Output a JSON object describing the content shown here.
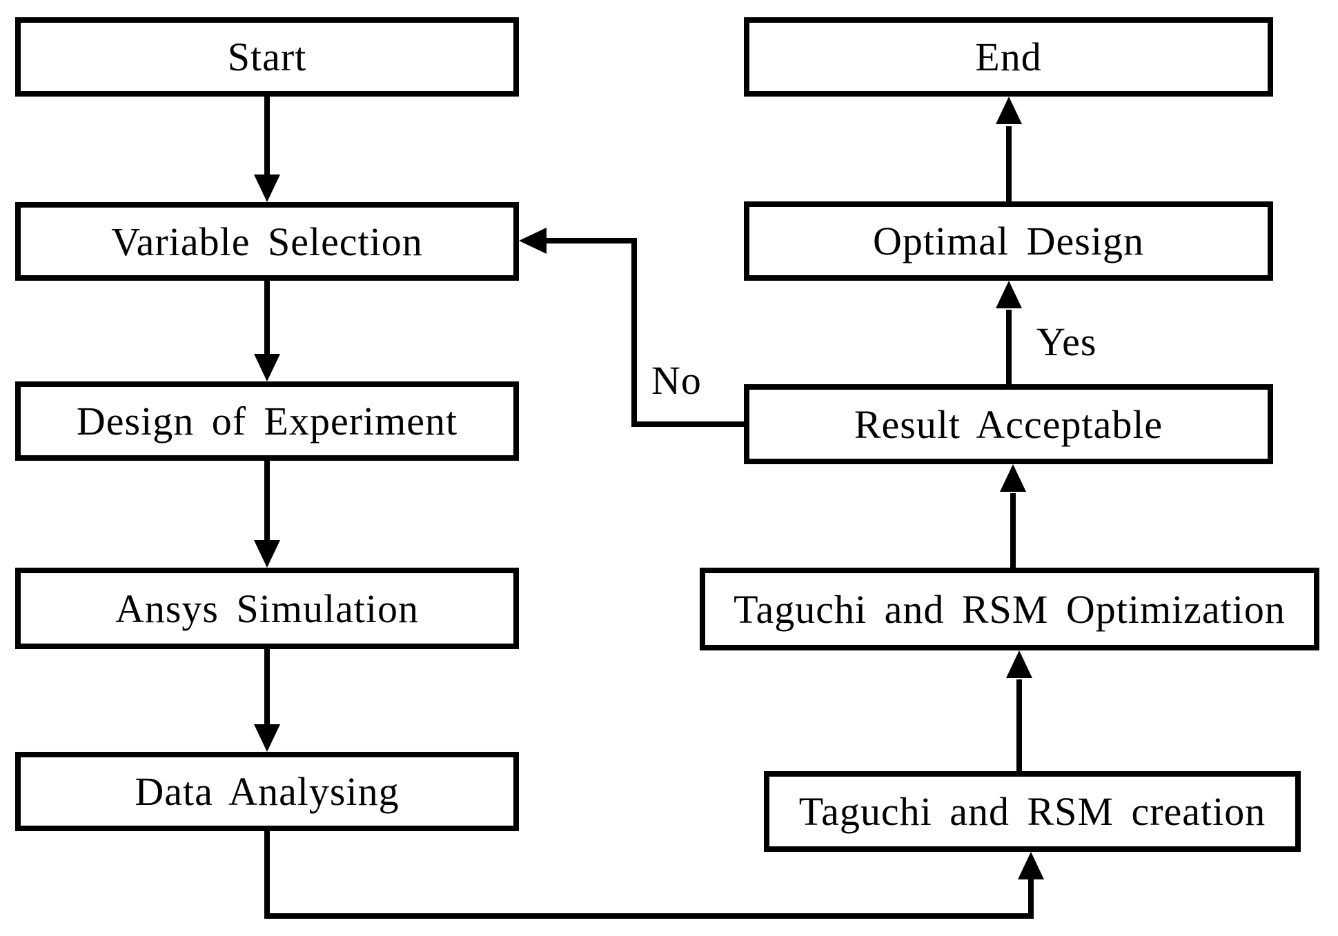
{
  "diagram": {
    "type": "flowchart",
    "background_color": "#ffffff",
    "line_color": "#000000",
    "box_fill_color": "#ffffff",
    "nodes": {
      "start": {
        "label": "Start"
      },
      "variable_selection": {
        "label": "Variable Selection"
      },
      "design_of_experiment": {
        "label": "Design of Experiment"
      },
      "ansys_simulation": {
        "label": "Ansys Simulation"
      },
      "data_analysing": {
        "label": "Data Analysing"
      },
      "end": {
        "label": "End"
      },
      "optimal_design": {
        "label": "Optimal Design"
      },
      "result_acceptable": {
        "label": "Result Acceptable"
      },
      "taguchi_rsm_optimization": {
        "label": "Taguchi and RSM Optimization"
      },
      "taguchi_rsm_creation": {
        "label": "Taguchi and RSM creation"
      }
    },
    "edge_labels": {
      "yes": "Yes",
      "no": "No"
    },
    "edges": [
      {
        "from": "start",
        "to": "variable_selection"
      },
      {
        "from": "variable_selection",
        "to": "design_of_experiment"
      },
      {
        "from": "design_of_experiment",
        "to": "ansys_simulation"
      },
      {
        "from": "ansys_simulation",
        "to": "data_analysing"
      },
      {
        "from": "data_analysing",
        "to": "taguchi_rsm_creation"
      },
      {
        "from": "taguchi_rsm_creation",
        "to": "taguchi_rsm_optimization"
      },
      {
        "from": "taguchi_rsm_optimization",
        "to": "result_acceptable"
      },
      {
        "from": "result_acceptable",
        "to": "optimal_design",
        "label": "Yes"
      },
      {
        "from": "optimal_design",
        "to": "end"
      },
      {
        "from": "result_acceptable",
        "to": "variable_selection",
        "label": "No"
      }
    ]
  }
}
